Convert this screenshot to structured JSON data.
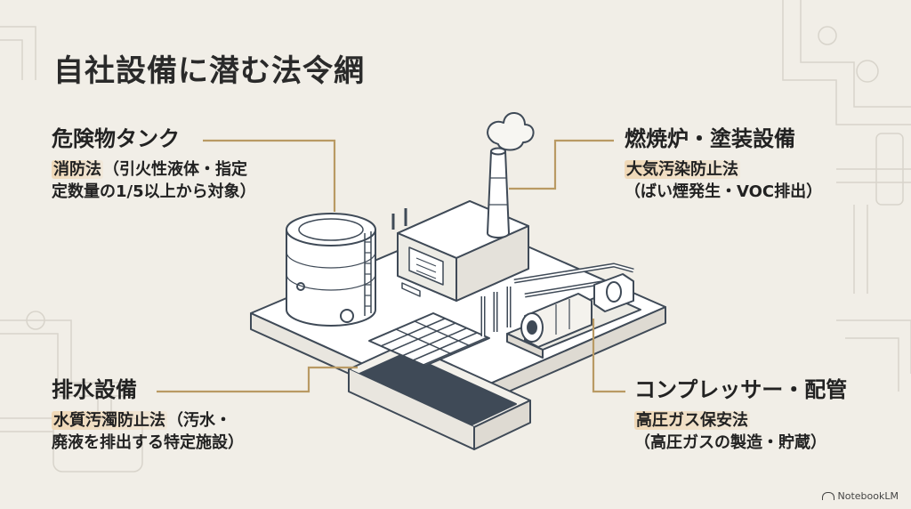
{
  "title": "自社設備に潜む法令網",
  "callouts": {
    "tank": {
      "head": "危険物タンク",
      "law": "消防法",
      "note1": "（引火性液体・指定",
      "note2": "定数量の1/5以上から対象）"
    },
    "furnace": {
      "head": "燃焼炉・塗装設備",
      "law": "大気汚染防止法",
      "note": "（ばい煙発生・VOC排出）"
    },
    "drain": {
      "head": "排水設備",
      "law": "水質汚濁防止法",
      "note1": "（汚水・",
      "note2": "廃液を排出する特定施設）"
    },
    "compressor": {
      "head": "コンプレッサー・配管",
      "law": "高圧ガス保安法",
      "note": "（高圧ガスの製造・貯蔵）"
    }
  },
  "brand": "NotebookLM",
  "colors": {
    "background": "#f1eee7",
    "leader": "#b99a64",
    "line": "#3f4a57",
    "highlight": "#f0d7b4"
  }
}
